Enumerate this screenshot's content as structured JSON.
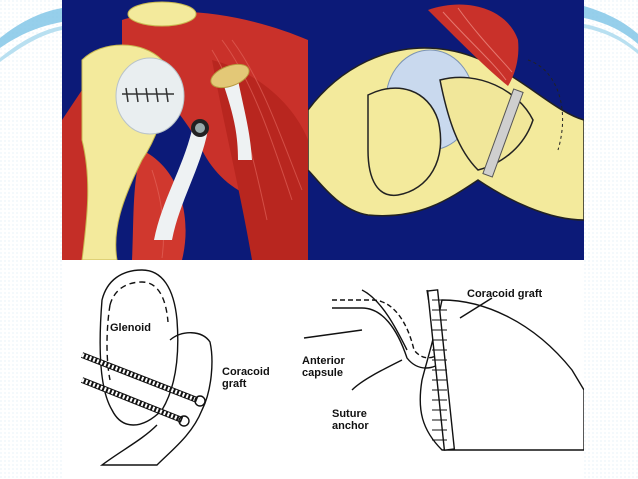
{
  "slide": {
    "accent_color": "#5fb3dc",
    "background_color": "#ffffff"
  },
  "illustrations": {
    "top_panel_background": "#0c1a78",
    "muscle_color": "#c9312a",
    "bone_color": "#f3ea9c"
  },
  "diagram": {
    "labels": {
      "glenoid": "Glenoid",
      "coracoid_graft_left_line1": "Coracoid",
      "coracoid_graft_left_line2": "graft",
      "coracoid_graft_right": "Coracoid graft",
      "anterior_capsule_line1": "Anterior",
      "anterior_capsule_line2": "capsule",
      "suture_anchor_line1": "Suture",
      "suture_anchor_line2": "anchor"
    }
  }
}
